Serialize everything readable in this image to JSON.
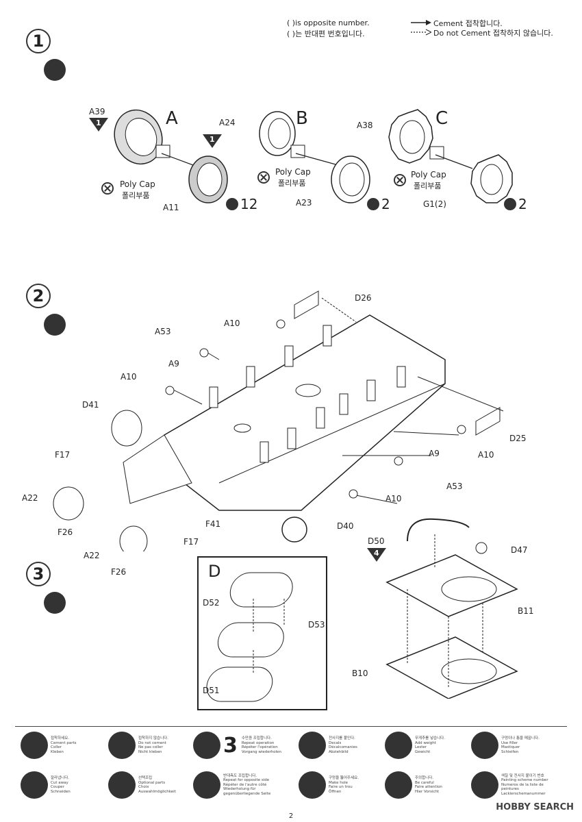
{
  "header": {
    "opp_en": "( )is opposite number.",
    "opp_ko": "( )는 반대편 번호입니다.",
    "cement_label": "Cement 접착합니다.",
    "nocement_label": "Do not Cement 접착하지 않습니다."
  },
  "steps": [
    "1",
    "2",
    "3"
  ],
  "step1": {
    "groups": {
      "a": "A",
      "b": "B",
      "c": "C"
    },
    "parts": {
      "a39": "A39",
      "a11": "A11",
      "a24": "A24",
      "a23": "A23",
      "a38": "A38",
      "g1": "G1(2)",
      "tri_a39": "1",
      "tri_a11": "1"
    },
    "polycap_en": "Poly Cap",
    "polycap_ko": "폴리부품",
    "qty_a": "12",
    "qty_b": "2",
    "qty_c": "2"
  },
  "step2": {
    "parts": {
      "d26": "D26",
      "a10_top": "A10",
      "a53_top": "A53",
      "a9_top": "A9",
      "a10_left": "A10",
      "d41": "D41",
      "f17_top": "F17",
      "a22_top": "A22",
      "f26_top": "F26",
      "f41": "F41",
      "a22_bot": "A22",
      "f17_bot": "F17",
      "f26_bot": "F26",
      "d25": "D25",
      "a10_r1": "A10",
      "a9_r": "A9",
      "a53_r": "A53",
      "a10_r2": "A10",
      "d40": "D40"
    }
  },
  "step3": {
    "inset_letter": "D",
    "parts": {
      "d52": "D52",
      "d53": "D53",
      "d51": "D51",
      "d50": "D50",
      "d50_tri": "4",
      "d47": "D47",
      "b11": "B11",
      "b10": "B10"
    }
  },
  "legend": [
    {
      "icon": "cement-icon",
      "text": "접착하세요.\nCement parts\nColler\nKleben"
    },
    {
      "icon": "no-cement-icon",
      "text": "접착하지 않습니다.\nDo not cement\nNe pas coller\nNicht kleben"
    },
    {
      "icon": "repeat-icon",
      "num": "3",
      "text": "수만큼 조립합니다.\nRepeat operation\nRépéter l'opération\nVorgang wiederholen"
    },
    {
      "icon": "decal-star-icon",
      "text": "전사지를 붙인다.\nDecals\nDécalcomanies\nAbziehbild"
    },
    {
      "icon": "weight-icon",
      "text": "무게추를 넣습니다.\nAdd weight\nLester\nGewicht"
    },
    {
      "icon": "filler-icon",
      "text": "구멍이나 틈을 메꿉니다.\nUse filler\nMastiquer\nSchleifen"
    },
    {
      "icon": "cut-icon",
      "text": "잘라냅니다.\nCut away\nCouper\nSchneiden"
    },
    {
      "icon": "optional-icon",
      "text": "선택조립\nOptional parts\nChoix\nAuswahlmöglichkeit"
    },
    {
      "icon": "opposite-side-icon",
      "text": "반대측도 조립합니다.\nRepeat for opposite side\nRépéter de l'autre côté\nWiederholung für gegenüberliegende Seite"
    },
    {
      "icon": "drill-icon",
      "text": "구멍을 뚫어주세요.\nMake hole\nFaire un trou\nÖffnen"
    },
    {
      "icon": "careful-icon",
      "text": "주의합니다.\nBe careful\nFaire attention\nHier Vorsicht"
    },
    {
      "icon": "paint-scheme-icon",
      "text": "색칠 및 전사지 붙이기 번호\nPainting scheme number\nNumeros de la liste de peintures\nLackierschemanummer"
    }
  ],
  "page_number": "2",
  "watermark": "HOBBY SEARCH"
}
